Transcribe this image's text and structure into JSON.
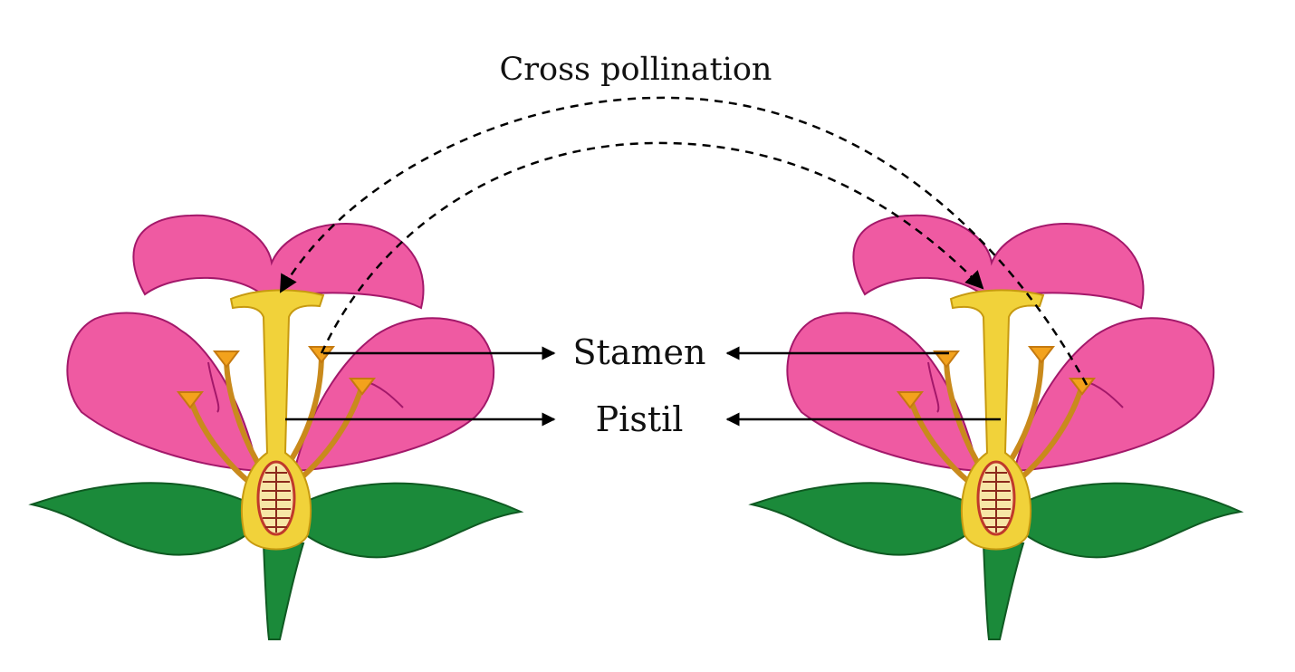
{
  "title": "Cross pollination",
  "labels": {
    "stamen": "Stamen",
    "pistil": "Pistil"
  },
  "colors": {
    "petal": "#ef5aa2",
    "petal_outline": "#a3186a",
    "leaf": "#1b8a3a",
    "leaf_outline": "#0f5a22",
    "pistil": "#f1d23a",
    "pistil_outline": "#c79a10",
    "filament": "#c98a1c",
    "anther": "#f3a21c",
    "ovary_core": "#c0392b",
    "arrow": "#000000"
  }
}
